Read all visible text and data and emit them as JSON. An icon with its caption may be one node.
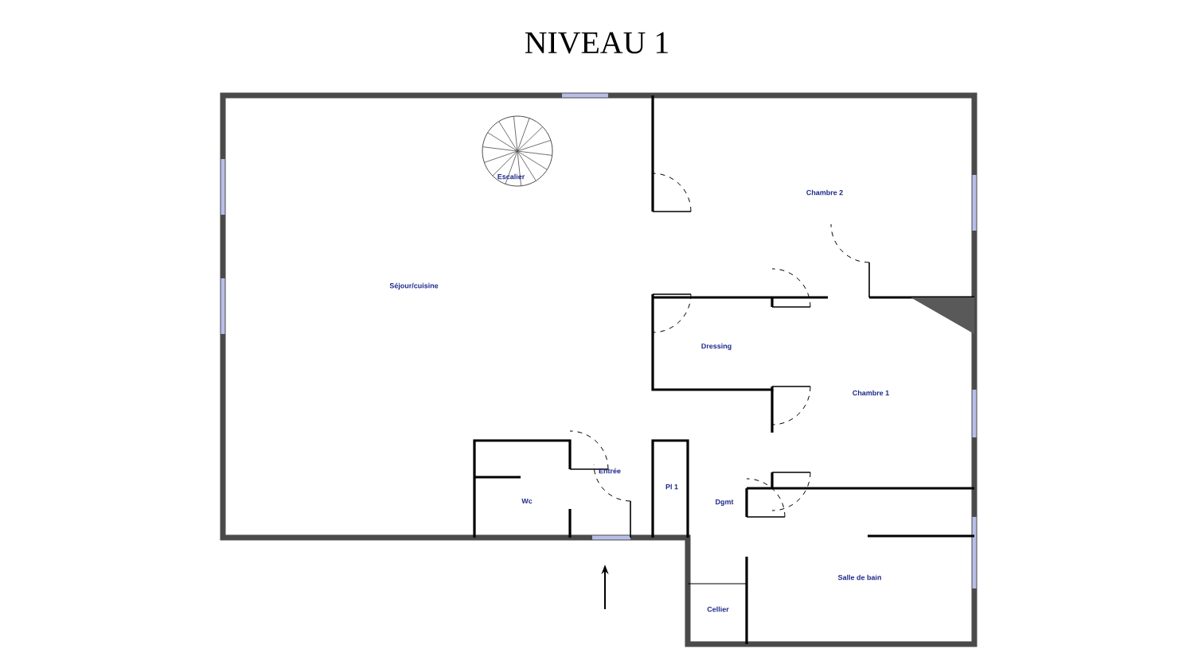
{
  "diagram": {
    "title": "NIVEAU 1",
    "labels": [
      "Escalier",
      "Chambre 2",
      "Séjour/cuisine",
      "Dressing",
      "Chambre 1",
      "Entrée",
      "Pl 1",
      "Wc",
      "Dgmt",
      "Salle de bain",
      "Cellier"
    ]
  }
}
